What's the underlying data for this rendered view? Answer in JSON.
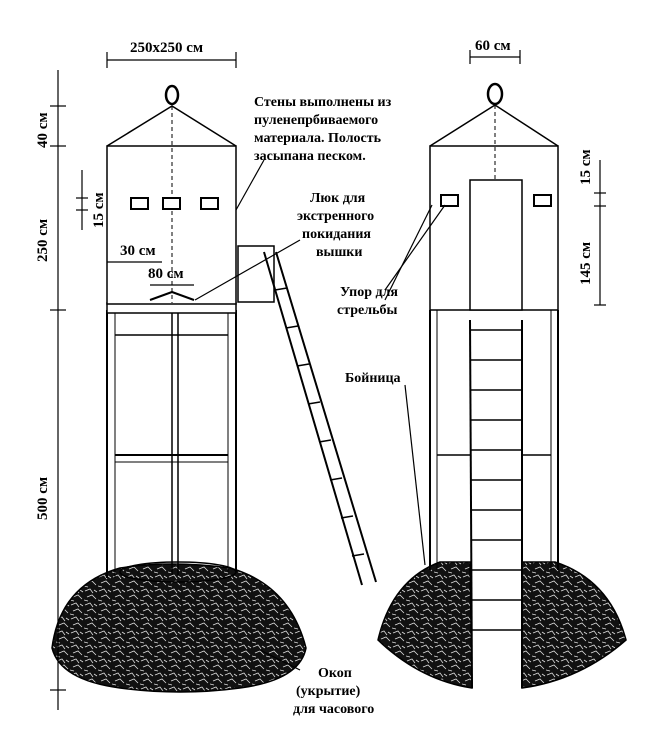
{
  "dimensions": {
    "top_width": "250x250 см",
    "top_width_right": "60 см",
    "roof_height": "40 см",
    "cabin_height": "250 см",
    "loophole_height_left": "15 см",
    "loophole_height_right": "15 см",
    "shelf_height": "145 см",
    "leg_height": "500 см",
    "support_width": "30 см",
    "hatch_width": "80 см"
  },
  "labels": {
    "walls_1": "Стены выполнены из",
    "walls_2": "пуленепрбиваемого",
    "walls_3": "материала. Полость",
    "walls_4": "засыпана песком.",
    "hatch_1": "Люк для",
    "hatch_2": "экстренного",
    "hatch_3": "покидания",
    "hatch_4": "вышки",
    "rest_1": "Упор для",
    "rest_2": "стрельбы",
    "loophole": "Бойница",
    "trench_1": "Окоп",
    "trench_2": "(укрытие)",
    "trench_3": "для часового"
  }
}
